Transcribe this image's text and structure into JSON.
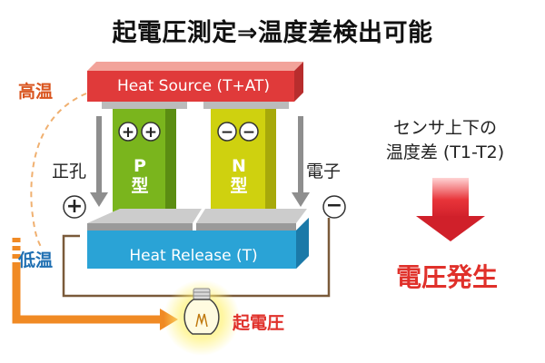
{
  "title": "起電圧測定⇒温度差検出可能",
  "heat_source": {
    "label": "Heat Source (T+AT)",
    "side_label": "高温"
  },
  "heat_release": {
    "label": "Heat Release (T)",
    "side_label": "低温"
  },
  "p_type": {
    "letter": "P",
    "type": "型",
    "carriers": "⊕⊕"
  },
  "n_type": {
    "letter": "N",
    "type": "型",
    "carriers": "⊖⊖"
  },
  "hole_label": "正孔",
  "electron_label": "電子",
  "plus_terminal": "+",
  "minus_terminal": "−",
  "voltage_label": "起電圧",
  "sensor_note": {
    "line1": "センサ上下の",
    "line2": "温度差 (T1-T2)"
  },
  "generation_label": "電圧発生",
  "colors": {
    "heat_source": "#e03a3a",
    "heat_release": "#2aa3d6",
    "p_type": "#7ab51d",
    "n_type": "#cfd10f",
    "accent_red": "#e0302a",
    "orange_path": "#f08a24",
    "wire": "#7a5a3a"
  },
  "icons": [
    "plus-terminal-icon",
    "minus-terminal-icon",
    "down-arrow-icon",
    "light-bulb-icon",
    "orange-arrow-icon"
  ]
}
